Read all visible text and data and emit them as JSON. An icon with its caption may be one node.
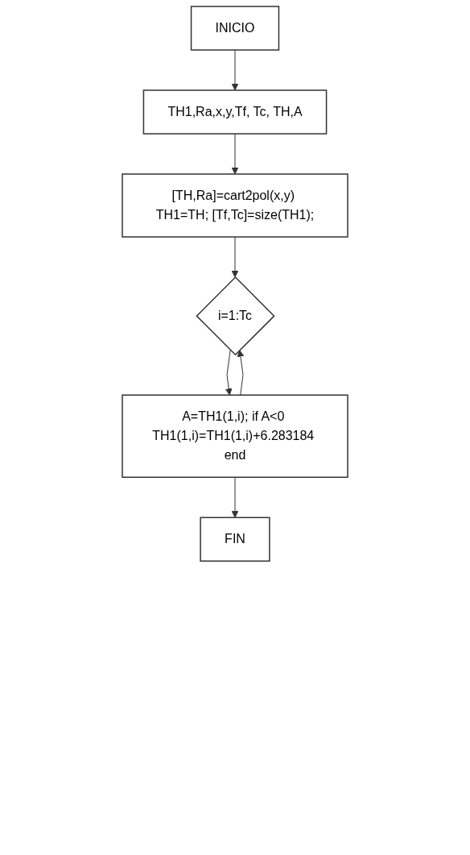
{
  "diagram": {
    "nodes": [
      {
        "text": [
          "INICIO"
        ]
      },
      {
        "text": [
          "TH1,Ra,x,y,Tf, Tc, TH,A"
        ]
      },
      {
        "text": [
          "[TH,Ra]=cart2pol(x,y) TH1=TH; [Tf,Tc]=size(TH1);"
        ]
      },
      {
        "text": [
          "i=1:Tc"
        ]
      },
      {
        "text": [
          "A=TH1(1,i); if A<0 TH1(1,i)=TH1(1,i)+6.283184 end"
        ]
      },
      {
        "text": [
          "FIN"
        ]
      }
    ],
    "edges": [
      {
        "from": 0,
        "to": 1,
        "arrow": "to"
      },
      {
        "from": 1,
        "to": 2,
        "arrow": "to"
      },
      {
        "from": 2,
        "to": 3,
        "arrow": "to"
      },
      {
        "from": 3,
        "to": 4,
        "arrow": "to"
      },
      {
        "from": 4,
        "to": 3,
        "arrow": "to"
      },
      {
        "from": 4,
        "to": 5,
        "arrow": "to"
      }
    ]
  }
}
